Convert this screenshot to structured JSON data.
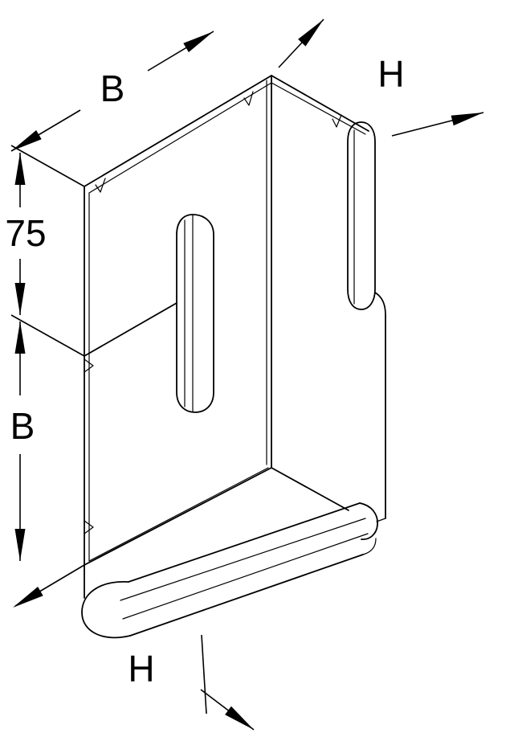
{
  "drawing": {
    "kind": "technical-line-drawing",
    "subject": "sheet-metal internal corner piece of cable trunking, axonometric view",
    "background_color": "#ffffff",
    "line_color": "#000000",
    "labels": {
      "b_top": "B",
      "h_top": "H",
      "offset_75": "75",
      "b_side": "B",
      "h_bottom": "H"
    }
  }
}
